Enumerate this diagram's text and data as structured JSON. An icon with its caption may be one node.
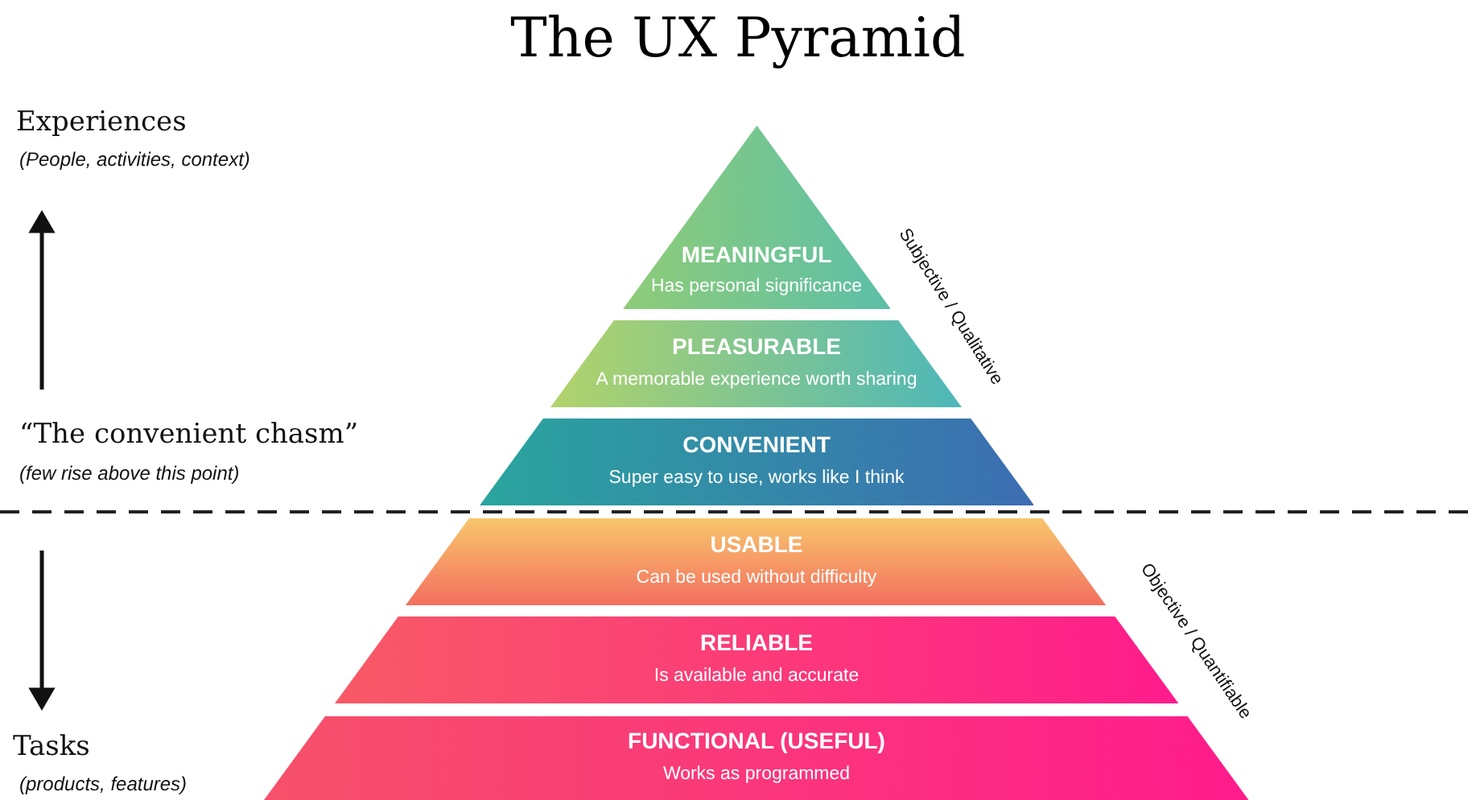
{
  "diagram": {
    "title": "The UX Pyramid",
    "nodes": [
      {
        "text": [
          "MEANINGFUL",
          "Has personal significance"
        ]
      },
      {
        "text": [
          "PLEASURABLE",
          "A memorable experience worth sharing"
        ]
      },
      {
        "text": [
          "CONVENIENT",
          "Super easy to use, works like I think"
        ]
      },
      {
        "text": [
          "USABLE",
          "Can be used without difficulty"
        ]
      },
      {
        "text": [
          "RELIABLE",
          "Is available and accurate"
        ]
      },
      {
        "text": [
          "FUNCTIONAL (USEFUL)",
          "Works as programmed"
        ]
      }
    ],
    "labels": [
      "Experiences",
      "(People, activities, context)",
      "Subjective / Qualitative",
      "“The convenient chasm”",
      "(few rise above this point)",
      "Objective / Quantifiable",
      "Tasks",
      "(products, features)"
    ]
  }
}
